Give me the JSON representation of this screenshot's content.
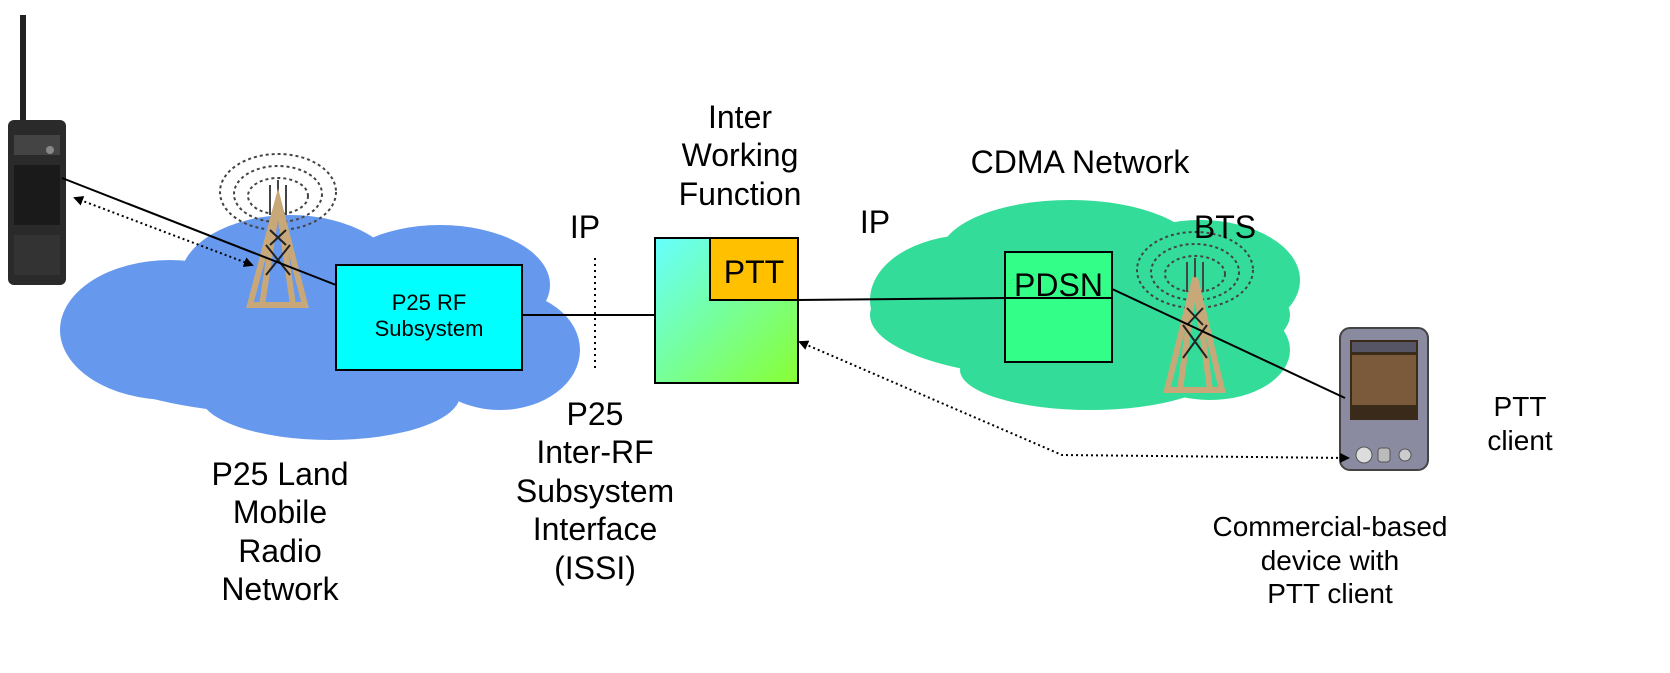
{
  "colors": {
    "lmr_cloud": "#6699ee",
    "cdma_cloud": "#33dd99",
    "rf_subsystem_box": "#00ffff",
    "ptt_box": "#ffc000",
    "pdsn_box": "#33ff88",
    "iwf_gradient_start": "#66ffff",
    "iwf_gradient_end": "#88ff33",
    "tower": "#c8a878"
  },
  "icons": {
    "radio": "handheld-radio-icon",
    "tower_left": "radio-tower-icon",
    "tower_right": "radio-tower-icon",
    "pda": "pda-device-icon"
  },
  "labels": {
    "iwf_title": [
      "Inter",
      "Working",
      "Function"
    ],
    "ip_left": "IP",
    "ip_right": "IP",
    "cdma_network": "CDMA Network",
    "bts": "BTS",
    "p25_rf_box": [
      "P25 RF",
      "Subsystem"
    ],
    "ptt_box": "PTT",
    "pdsn_box": "PDSN",
    "lmr_network": [
      "P25 Land",
      "Mobile",
      "Radio",
      "Network"
    ],
    "issi": [
      "P25",
      "Inter-RF",
      "Subsystem",
      "Interface",
      "(ISSI)"
    ],
    "ptt_client": [
      "PTT",
      "client"
    ],
    "commercial_device": [
      "Commercial-based",
      "device with",
      "PTT client"
    ]
  }
}
